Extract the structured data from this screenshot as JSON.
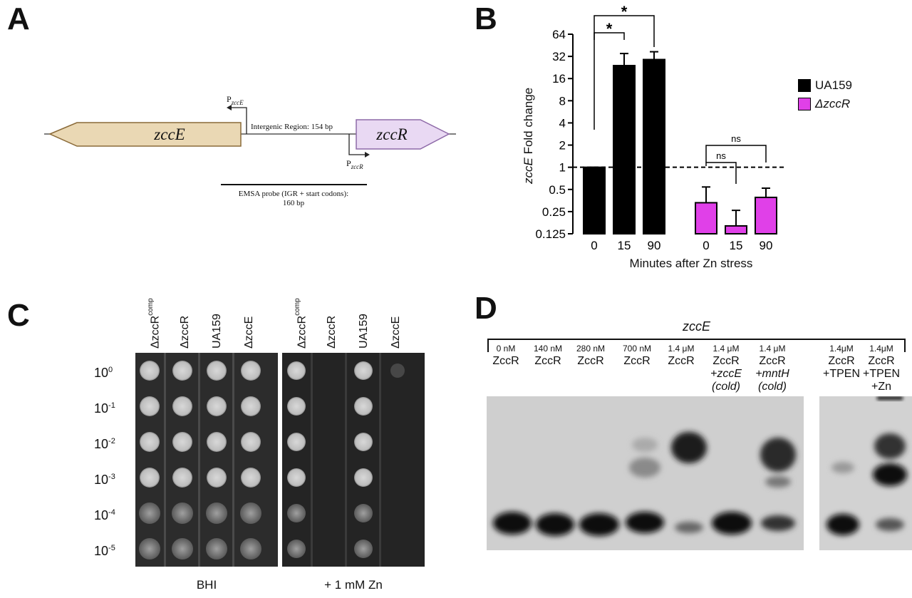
{
  "panels": {
    "a": "A",
    "b": "B",
    "c": "C",
    "d": "D"
  },
  "panel_a": {
    "gene_left": "zccE",
    "gene_right": "zccR",
    "promoter_left_base": "P",
    "promoter_left_sub": "zccE",
    "promoter_right_base": "P",
    "promoter_right_sub": "zccR",
    "intergenic": "Intergenic Region: 154 bp",
    "probe_line1": "EMSA probe (IGR + start codons):",
    "probe_line2": "160 bp"
  },
  "chart_data": {
    "type": "bar",
    "ylabel_gene": "zccE",
    "ylabel_rest": " Fold change",
    "xlabel": "Minutes after Zn stress",
    "y_scale": "log2",
    "ylim": [
      0.125,
      64
    ],
    "yticks": [
      "0.125",
      "0.25",
      "0.5",
      "1",
      "2",
      "4",
      "8",
      "16",
      "32",
      "64"
    ],
    "yticks_values": [
      0.125,
      0.25,
      0.5,
      1,
      2,
      4,
      8,
      16,
      32,
      64
    ],
    "categories": [
      "0",
      "15",
      "90",
      "0",
      "15",
      "90"
    ],
    "series": [
      {
        "name": "UA159",
        "color": "#000000",
        "x": [
          "0",
          "15",
          "90"
        ],
        "values": [
          1,
          24,
          29
        ],
        "errors_upper": [
          1,
          35,
          37
        ]
      },
      {
        "name": "ΔzccR",
        "color": "#e040e8",
        "x": [
          "0",
          "15",
          "90"
        ],
        "values": [
          0.33,
          0.16,
          0.39
        ],
        "errors_upper": [
          0.54,
          0.26,
          0.52
        ]
      }
    ],
    "reference_line": 1,
    "annotations": [
      "*",
      "*",
      "ns",
      "ns"
    ],
    "legend_position": "right"
  },
  "panel_c": {
    "strains": [
      "ΔzccR",
      "ΔzccR",
      "UA159",
      "ΔzccE"
    ],
    "strain_sup": [
      "comp",
      "",
      "",
      ""
    ],
    "dilutions": [
      {
        "base": "10",
        "exp": "0"
      },
      {
        "base": "10",
        "exp": "-1"
      },
      {
        "base": "10",
        "exp": "-2"
      },
      {
        "base": "10",
        "exp": "-3"
      },
      {
        "base": "10",
        "exp": "-4"
      },
      {
        "base": "10",
        "exp": "-5"
      }
    ],
    "condition_left": "BHI",
    "condition_right": "+ 1 mM Zn"
  },
  "panel_d": {
    "title": "zccE",
    "lanes": [
      {
        "conc": "0 nM",
        "l1": "ZccR",
        "l2": "",
        "l3": ""
      },
      {
        "conc": "140 nM",
        "l1": "ZccR",
        "l2": "",
        "l3": ""
      },
      {
        "conc": "280 nM",
        "l1": "ZccR",
        "l2": "",
        "l3": ""
      },
      {
        "conc": "700 nM",
        "l1": "ZccR",
        "l2": "",
        "l3": ""
      },
      {
        "conc": "1.4 μM",
        "l1": "ZccR",
        "l2": "",
        "l3": ""
      },
      {
        "conc": "1.4 μM",
        "l1": "ZccR",
        "l2": "+zccE",
        "l3": "(cold)"
      },
      {
        "conc": "1.4 μM",
        "l1": "ZccR",
        "l2": "+mntH",
        "l3": "(cold)"
      },
      {
        "conc": "1.4μM",
        "l1": "ZccR",
        "l2": "+TPEN",
        "l3": ""
      },
      {
        "conc": "1.4μM",
        "l1": "ZccR",
        "l2": "+TPEN",
        "l3": "+Zn"
      }
    ]
  }
}
